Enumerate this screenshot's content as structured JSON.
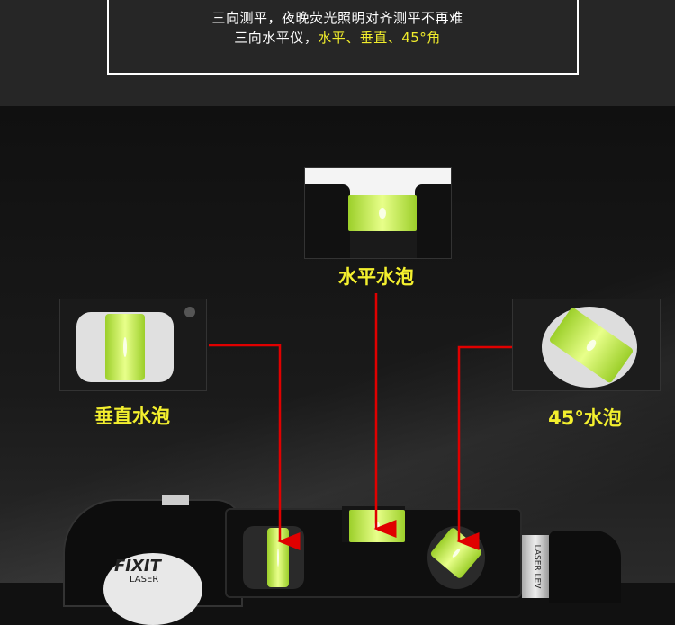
{
  "header": {
    "line1": "三向测平，夜晚荧光照明对齐测平不再难",
    "line2_prefix": "三向水平仪，",
    "line2_highlight": "水平、垂直、45°角"
  },
  "callouts": {
    "horizontal": "水平水泡",
    "vertical": "垂直水泡",
    "diagonal": "45°水泡"
  },
  "device": {
    "brand": "FIXIT",
    "sub": "LASER",
    "side_label": "LASER LEV"
  },
  "colors": {
    "highlight": "#f3ef2e",
    "arrow": "#e00000",
    "vial": "#c8f04a"
  }
}
